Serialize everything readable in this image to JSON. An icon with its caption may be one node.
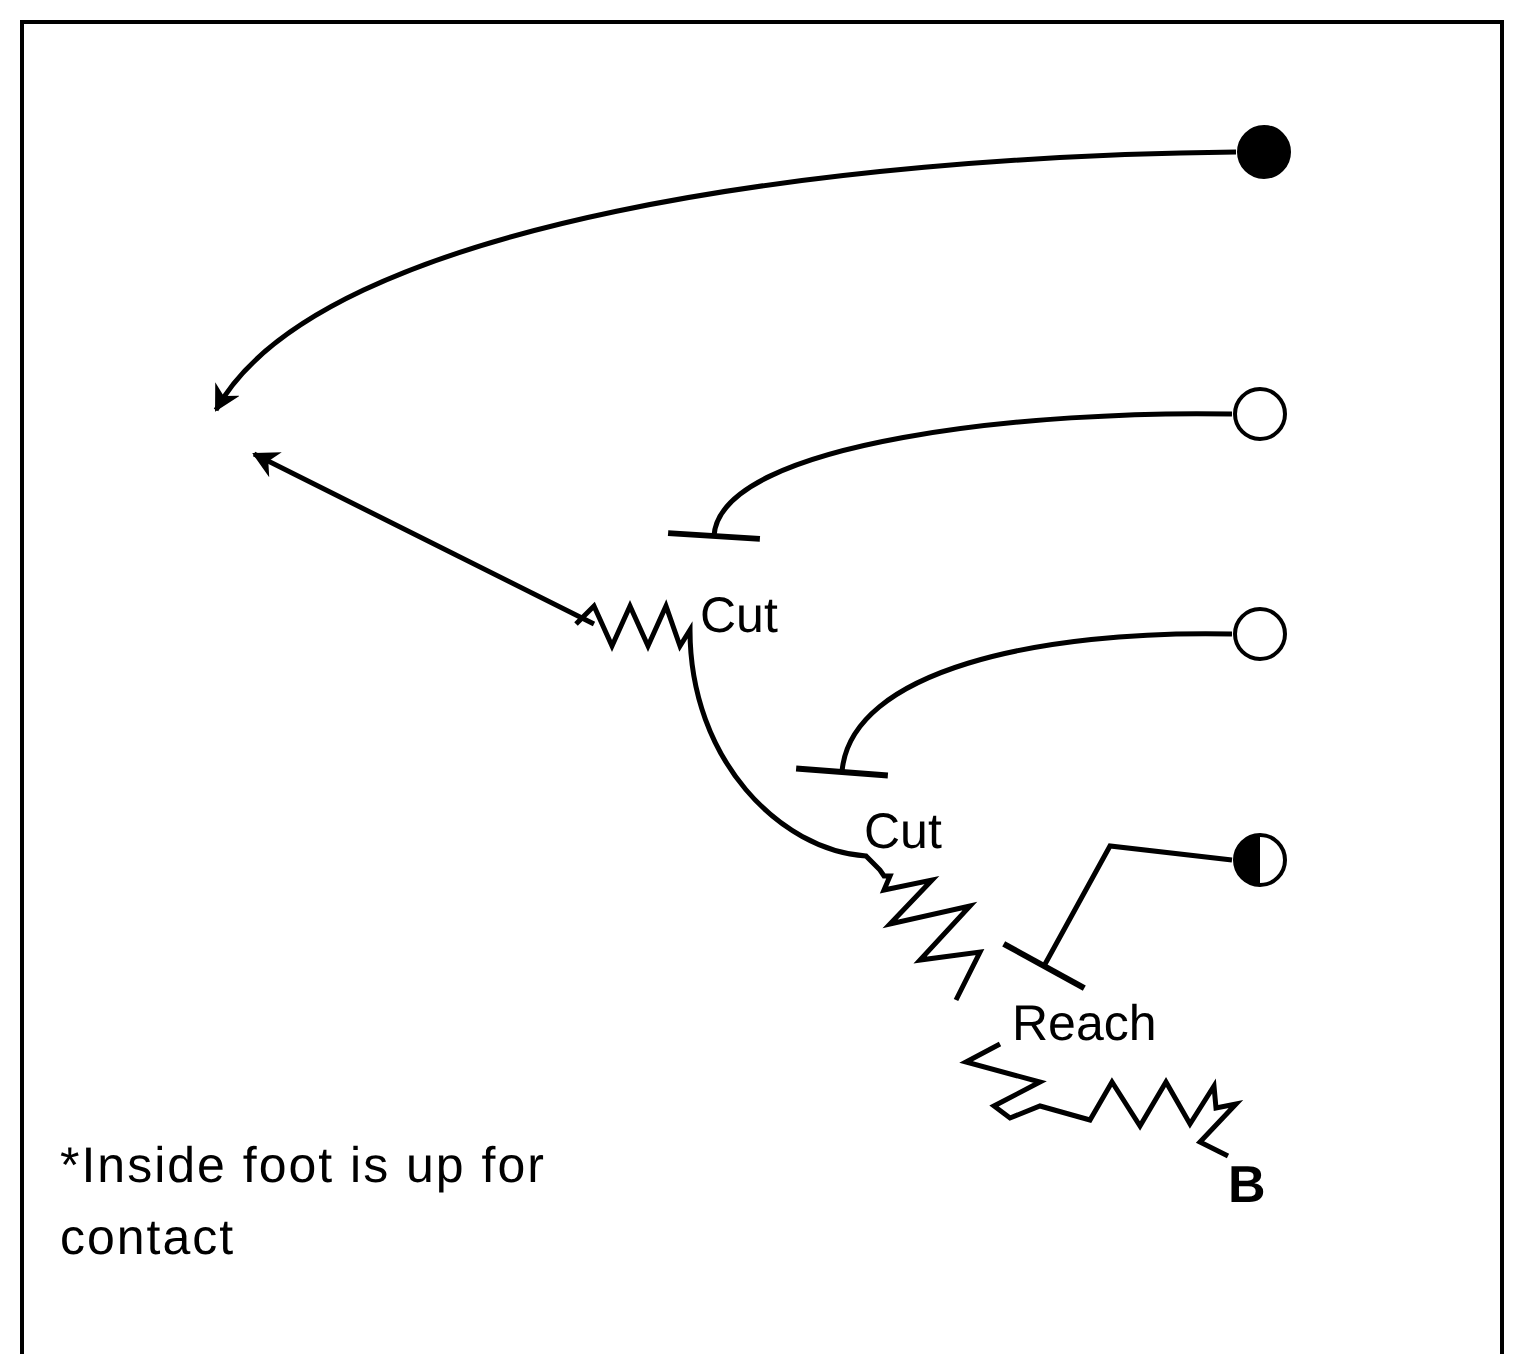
{
  "diagram": {
    "nodes": [
      {
        "text": [],
        "shape": "circle"
      },
      {
        "text": [],
        "shape": "circle"
      },
      {
        "text": [],
        "shape": "circle"
      },
      {
        "text": [],
        "shape": "circle"
      }
    ],
    "edges": [
      {
        "from": 0,
        "to": null,
        "arrow": "to"
      },
      {
        "from": 1,
        "to": null,
        "arrow": "other"
      },
      {
        "from": 2,
        "to": null,
        "arrow": "other"
      },
      {
        "from": 3,
        "to": null,
        "arrow": "other"
      }
    ],
    "labels": [
      "Cut",
      "Cut",
      "Reach",
      "B",
      "*Inside foot is up for contact"
    ]
  }
}
